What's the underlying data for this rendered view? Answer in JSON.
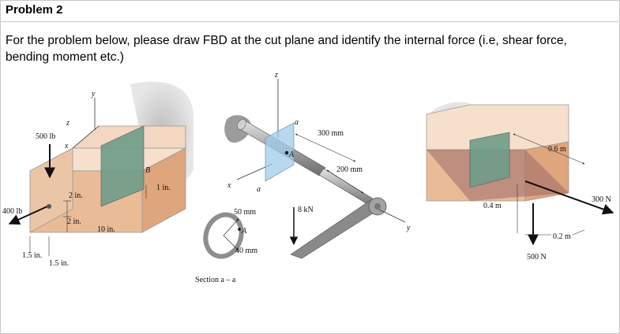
{
  "title": "Problem 2",
  "prompt": "For the problem below, please draw FBD at the cut plane and identify the internal force (i.e, shear force, bending moment etc.)",
  "figure_left": {
    "force_top": "500 lb",
    "force_left": "400 lb",
    "dim_2in_a": "2 in.",
    "dim_2in_b": "2 in.",
    "dim_10in": "10 in.",
    "dim_1in": "1 in.",
    "dim_15_a": "1.5 in.",
    "dim_15_b": "1.5 in.",
    "point_B": "B",
    "axis_x": "x",
    "axis_y": "y",
    "axis_z": "z"
  },
  "figure_middle": {
    "axis_z": "z",
    "axis_x": "x",
    "axis_y": "y",
    "label_a_top": "a",
    "label_a_bottom": "a",
    "point_A": "A",
    "dim_300": "300 mm",
    "dim_200": "200 mm",
    "force": "8 kN",
    "dim_50": "50 mm",
    "dim_40": "40 mm",
    "section_A": "A",
    "section_label": "Section a – a"
  },
  "figure_right": {
    "dim_06": "0.6 m",
    "dim_04": "0.4 m",
    "dim_02": "0.2 m",
    "force_right": "300 N",
    "force_bottom": "500 N"
  }
}
